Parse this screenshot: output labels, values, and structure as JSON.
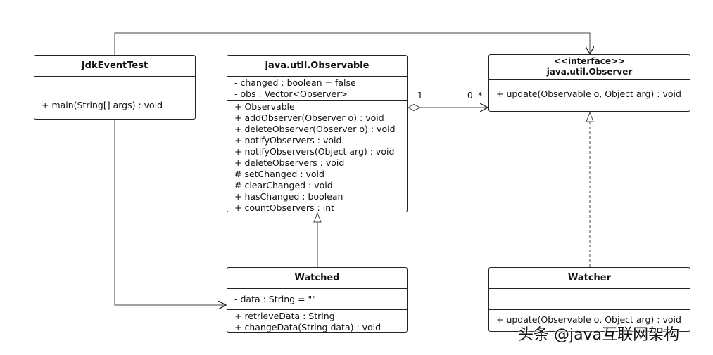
{
  "classes": {
    "jdk_event_test": {
      "name": "JdkEventTest",
      "attributes": [],
      "operations": [
        "+ main(String[] args) : void"
      ]
    },
    "observable": {
      "name": "java.util.Observable",
      "attributes": [
        "- changed : boolean = false",
        "- obs : Vector<Observer>"
      ],
      "operations": [
        "+ Observable",
        "+ addObserver(Observer o) : void",
        "+ deleteObserver(Observer o) : void",
        "+ notifyObservers : void",
        "+ notifyObservers(Object arg) : void",
        "+ deleteObservers : void",
        "# setChanged : void",
        "# clearChanged : void",
        "+ hasChanged : boolean",
        "+ countObservers : int"
      ]
    },
    "observer": {
      "stereotype": "<<interface>>",
      "name": "java.util.Observer",
      "operations": [
        "+ update(Observable o, Object arg) : void"
      ]
    },
    "watched": {
      "name": "Watched",
      "attributes": [
        "- data : String = \"\""
      ],
      "operations": [
        "+ retrieveData : String",
        "+ changeData(String data) : void"
      ]
    },
    "watcher": {
      "name": "Watcher",
      "attributes": [],
      "operations": [
        "+ update(Observable o, Object arg) : void"
      ]
    }
  },
  "association": {
    "source_multiplicity": "1",
    "target_multiplicity": "0..*"
  },
  "watermark": "头条 @java互联网架构"
}
